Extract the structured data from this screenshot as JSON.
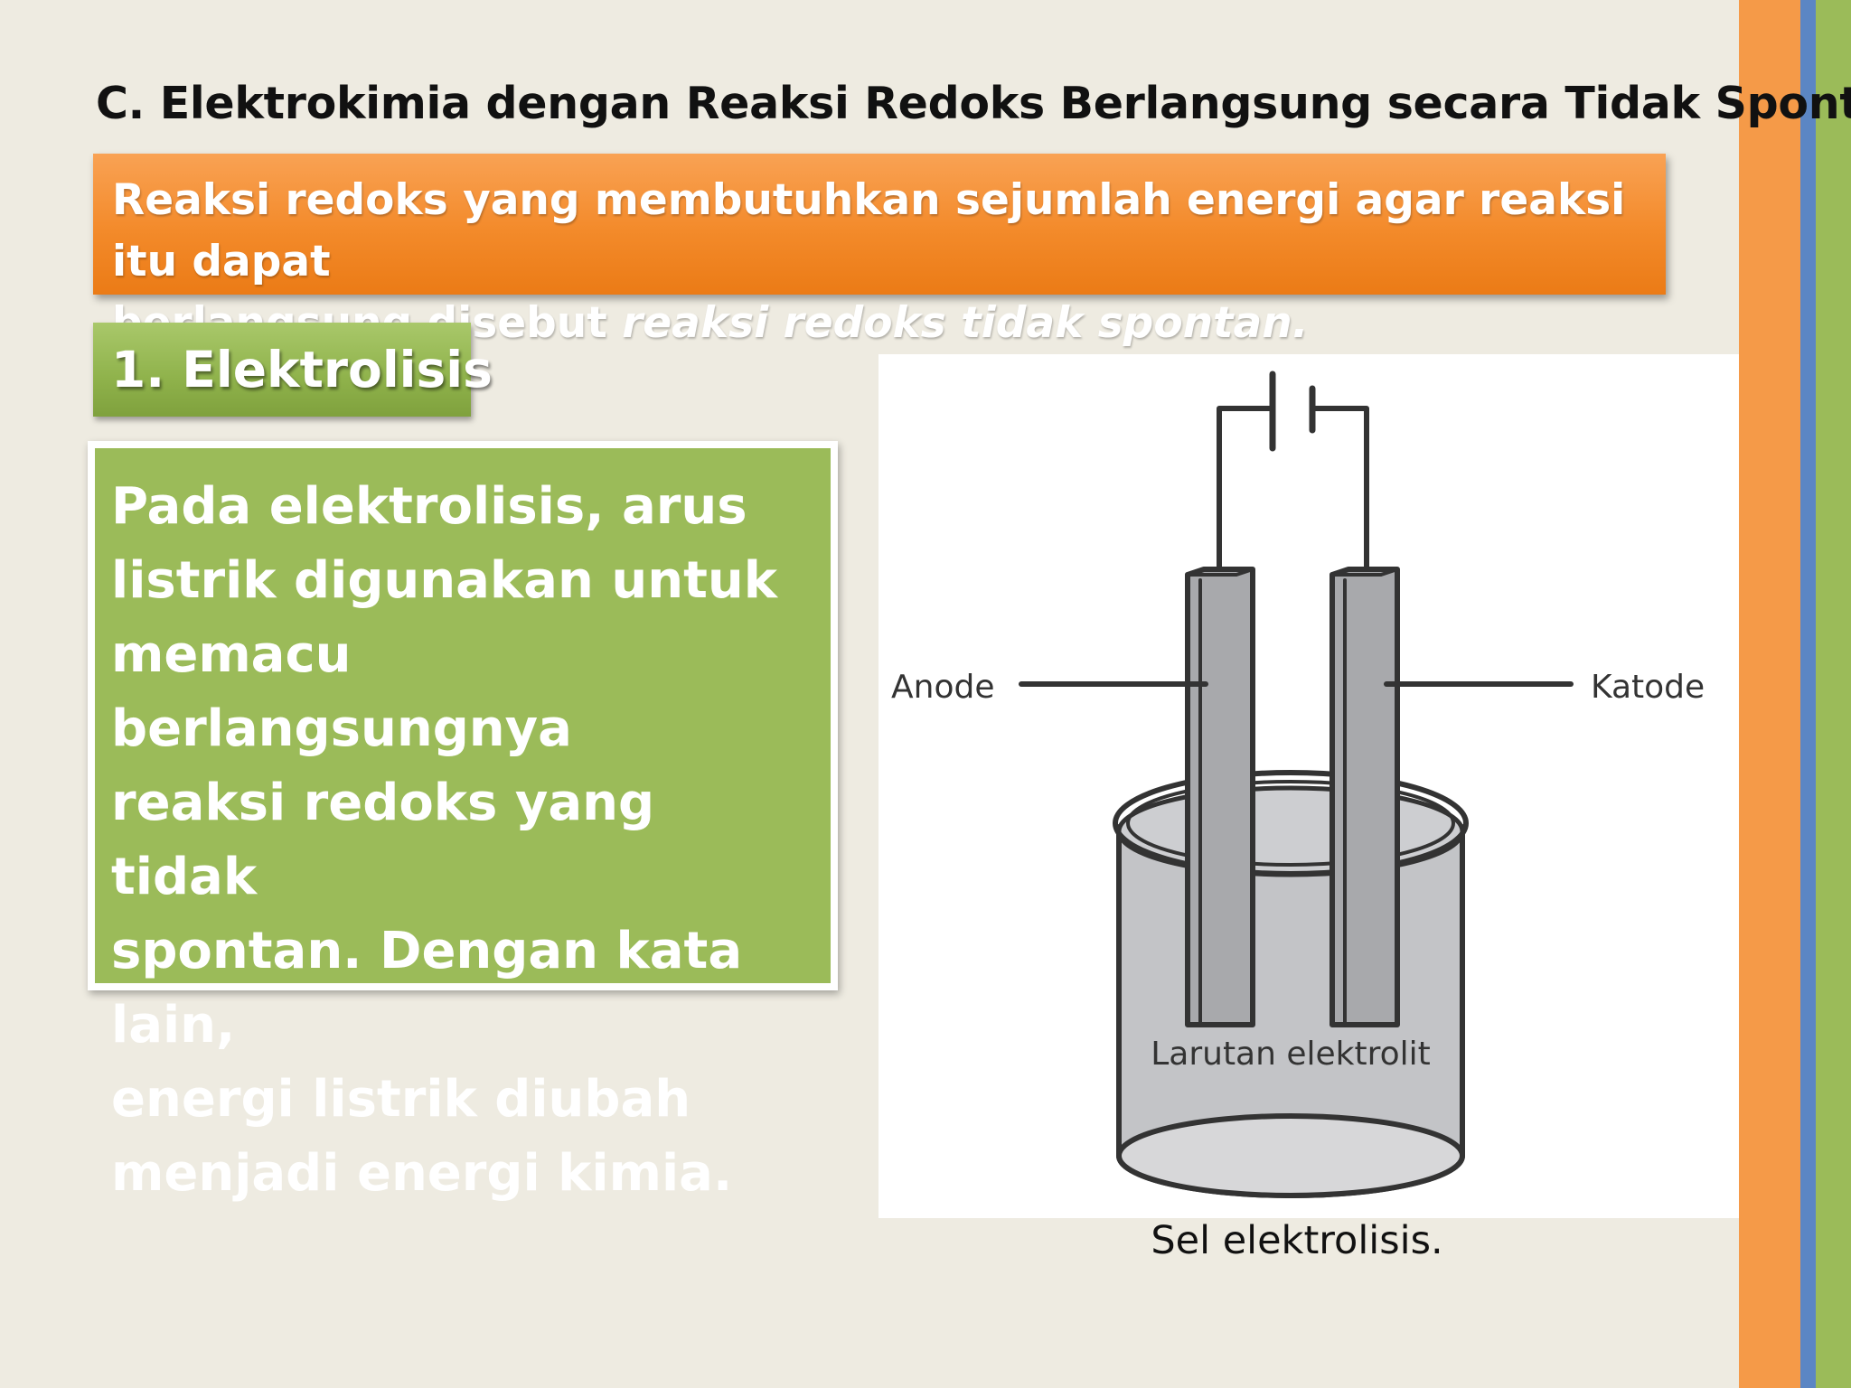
{
  "slide": {
    "title": "C. Elektrokimia dengan Reaksi Redoks Berlangsung secara Tidak Spontan",
    "definition": {
      "line1": "Reaksi redoks yang membutuhkan sejumlah energi agar reaksi itu dapat",
      "line2_plain": "berlangsung disebut ",
      "line2_emphasis": "reaksi redoks tidak spontan."
    },
    "section_heading": "1. Elektrolisis",
    "explanation_lines": [
      "Pada elektrolisis, arus",
      "listrik digunakan untuk",
      "memacu berlangsungnya",
      "reaksi redoks yang tidak",
      "spontan. Dengan kata lain,",
      "energi listrik diubah",
      "menjadi energi kimia."
    ]
  },
  "diagram": {
    "anode_label": "Anode",
    "cathode_label": "Katode",
    "solution_label": "Larutan elektrolit",
    "caption": "Sel elektrolisis."
  },
  "colors": {
    "background": "#eeebe1",
    "orange": "#f38a2a",
    "green": "#9bbb59",
    "blue": "#5b86c4"
  }
}
